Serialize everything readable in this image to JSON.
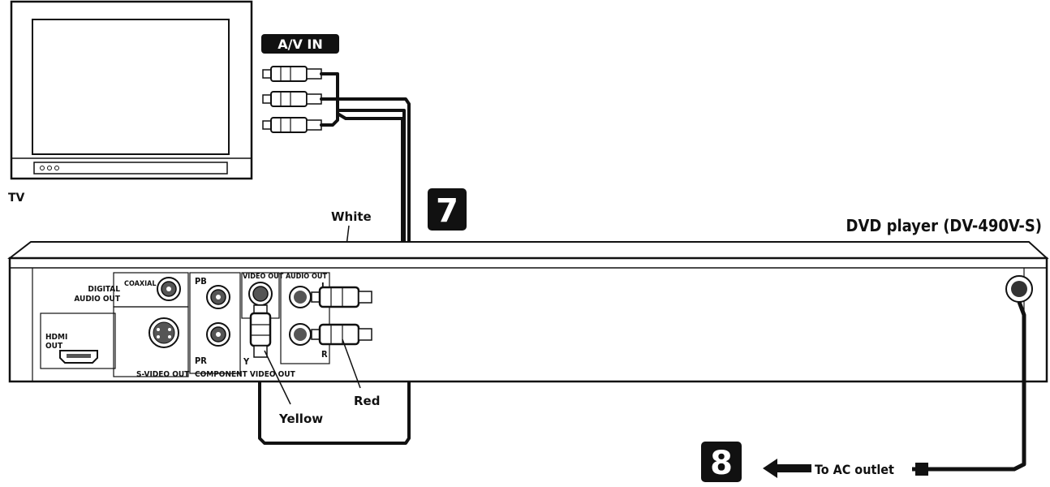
{
  "tv": {
    "label": "TV",
    "input_label": "A/V IN"
  },
  "player": {
    "title": "DVD player (DV-490V-S)",
    "jacks": {
      "digital_audio_out": [
        "DIGITAL",
        "AUDIO OUT"
      ],
      "coaxial": "COAXIAL",
      "hdmi_out": [
        "HDMI",
        "OUT"
      ],
      "s_video_out": "S-VIDEO OUT",
      "pb": "PB",
      "pr": "PR",
      "y": "Y",
      "component_video_out": "COMPONENT VIDEO OUT",
      "video_out": "VIDEO OUT",
      "audio_out": "AUDIO OUT",
      "left": "L",
      "right": "R"
    }
  },
  "cables": {
    "white": "White",
    "red": "Red",
    "yellow": "Yellow"
  },
  "steps": [
    {
      "number": "7"
    },
    {
      "number": "8",
      "text": "To AC outlet"
    }
  ],
  "colors": {
    "ink": "#111111",
    "background": "#ffffff"
  }
}
